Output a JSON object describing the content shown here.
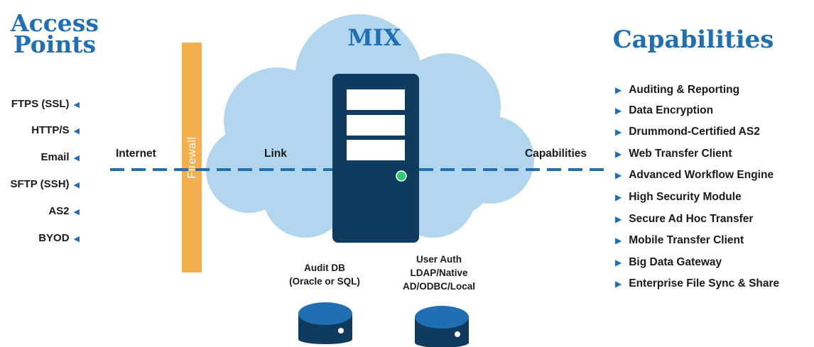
{
  "access_points": {
    "title": "Access\nPoints",
    "items": [
      "FTPS (SSL)",
      "HTTP/S",
      "Email",
      "SFTP (SSH)",
      "AS2",
      "BYOD"
    ]
  },
  "cloud": {
    "title": "MIX"
  },
  "capabilities": {
    "title": "Capabilities",
    "items": [
      "Auditing & Reporting",
      "Data Encryption",
      "Drummond-Certified AS2",
      "Web Transfer Client",
      "Advanced Workflow Engine",
      "High Security Module",
      "Secure Ad Hoc Transfer",
      "Mobile Transfer Client",
      "Big Data Gateway",
      "Enterprise File Sync & Share"
    ]
  },
  "connection": {
    "internet_label": "Internet",
    "link_label": "Link",
    "capabilities_label": "Capabilities"
  },
  "firewall": {
    "label": "Firewall"
  },
  "databases": {
    "audit_db": {
      "line1": "Audit DB",
      "line2": "(Oracle or SQL)"
    },
    "user_auth": {
      "line1": "User Auth",
      "line2": "LDAP/Native",
      "line3": "AD/ODBC/Local"
    }
  },
  "colors": {
    "heading_blue": "#1f6fb2",
    "cloud": "#b3d6ef",
    "server": "#0f3b5f",
    "firewall": "#f4b04f",
    "dash_line": "#1f6fb2",
    "status_led": "#2ecc71"
  }
}
